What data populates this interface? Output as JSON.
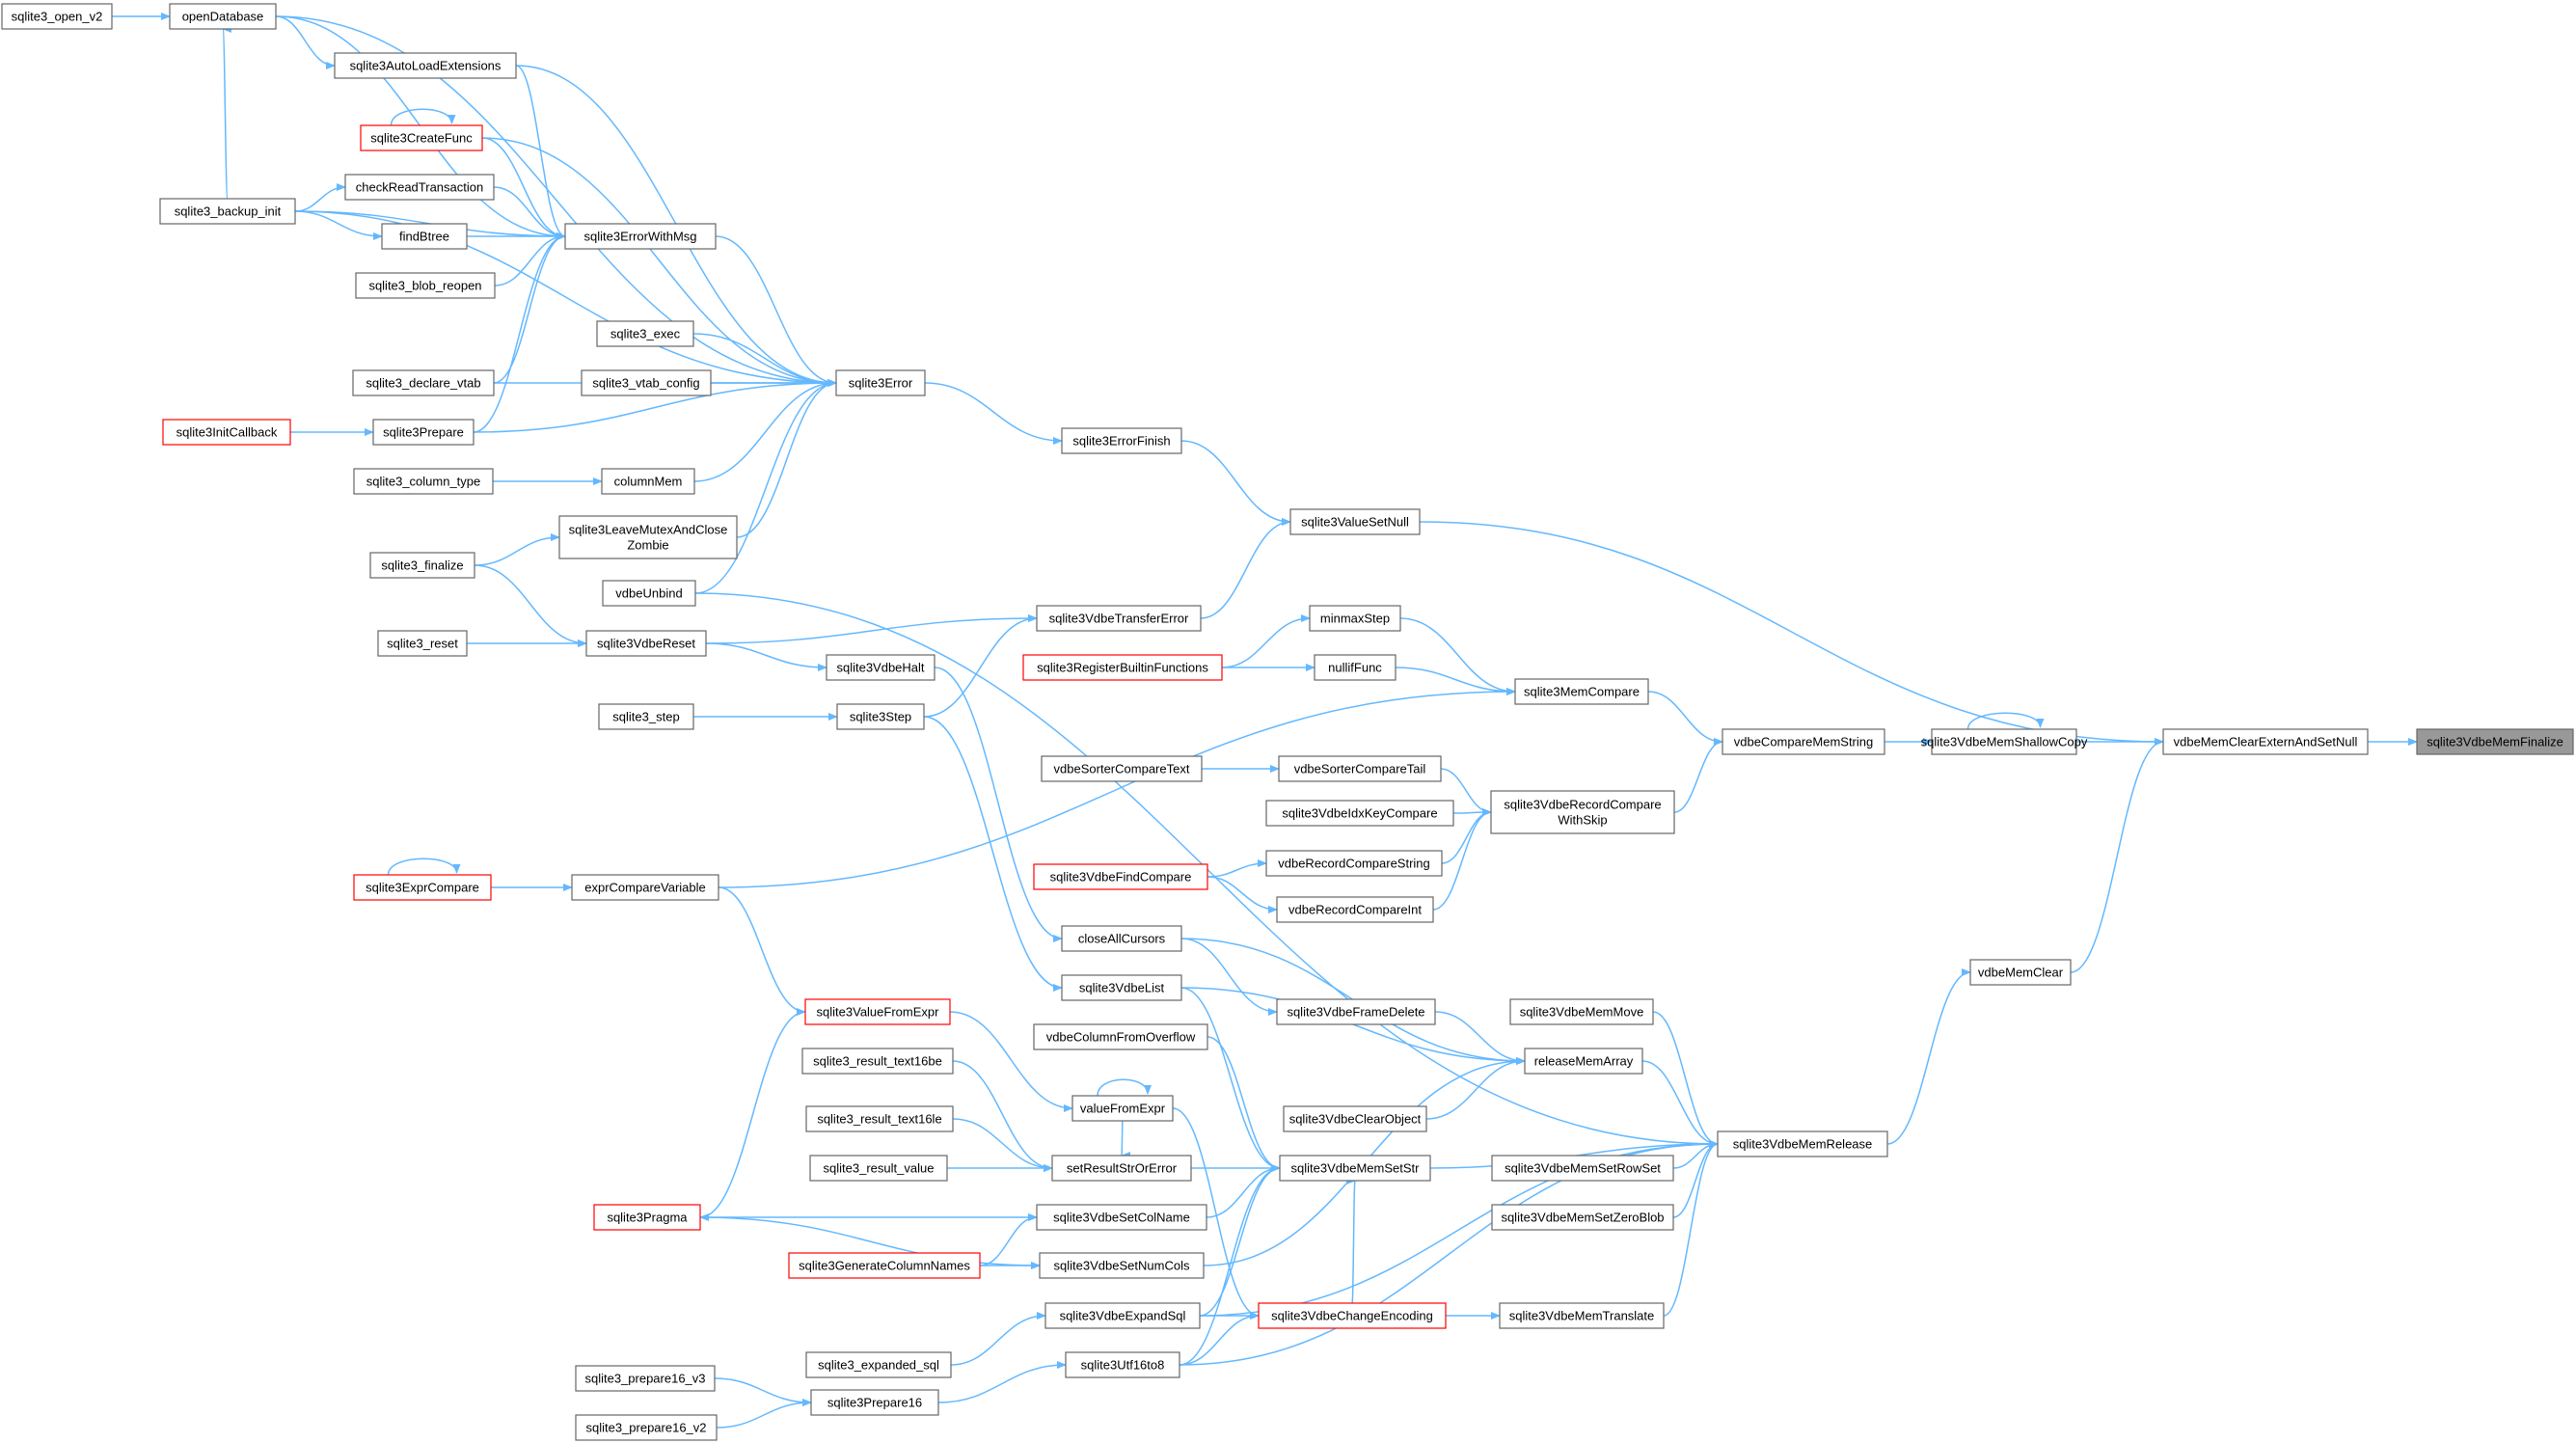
{
  "graph": {
    "focus_node": "sqlite3VdbeMemFinalize",
    "colors": {
      "edge": "#63b8ff",
      "node_border": "#666666",
      "node_border_highlight": "#ff0000",
      "focus_fill": "#999999"
    },
    "nodes": [
      {
        "id": "n1",
        "label": [
          "sqlite3_open_v2"
        ]
      },
      {
        "id": "n2",
        "label": [
          "openDatabase"
        ]
      },
      {
        "id": "n3",
        "label": [
          "sqlite3AutoLoadExtensions"
        ]
      },
      {
        "id": "n4",
        "label": [
          "sqlite3CreateFunc"
        ],
        "highlight": true
      },
      {
        "id": "n5",
        "label": [
          "sqlite3_backup_init"
        ]
      },
      {
        "id": "n6",
        "label": [
          "checkReadTransaction"
        ]
      },
      {
        "id": "n7",
        "label": [
          "findBtree"
        ]
      },
      {
        "id": "n8",
        "label": [
          "sqlite3ErrorWithMsg"
        ]
      },
      {
        "id": "n9",
        "label": [
          "sqlite3_blob_reopen"
        ]
      },
      {
        "id": "n10",
        "label": [
          "sqlite3_exec"
        ]
      },
      {
        "id": "n11",
        "label": [
          "sqlite3_declare_vtab"
        ]
      },
      {
        "id": "n12",
        "label": [
          "sqlite3_vtab_config"
        ]
      },
      {
        "id": "n13",
        "label": [
          "sqlite3Error"
        ]
      },
      {
        "id": "n14",
        "label": [
          "sqlite3InitCallback"
        ],
        "highlight": true
      },
      {
        "id": "n15",
        "label": [
          "sqlite3Prepare"
        ]
      },
      {
        "id": "n16",
        "label": [
          "sqlite3ErrorFinish"
        ]
      },
      {
        "id": "n17",
        "label": [
          "sqlite3_column_type"
        ]
      },
      {
        "id": "n18",
        "label": [
          "columnMem"
        ]
      },
      {
        "id": "n19",
        "label": [
          "sqlite3LeaveMutexAndClose",
          "Zombie"
        ]
      },
      {
        "id": "n20",
        "label": [
          "sqlite3ValueSetNull"
        ]
      },
      {
        "id": "n21",
        "label": [
          "sqlite3_finalize"
        ]
      },
      {
        "id": "n22",
        "label": [
          "vdbeUnbind"
        ]
      },
      {
        "id": "n23",
        "label": [
          "sqlite3VdbeTransferError"
        ]
      },
      {
        "id": "n24",
        "label": [
          "minmaxStep"
        ]
      },
      {
        "id": "n25",
        "label": [
          "sqlite3_reset"
        ]
      },
      {
        "id": "n26",
        "label": [
          "sqlite3VdbeReset"
        ]
      },
      {
        "id": "n27",
        "label": [
          "sqlite3VdbeHalt"
        ]
      },
      {
        "id": "n28",
        "label": [
          "sqlite3RegisterBuiltinFunctions"
        ],
        "highlight": true
      },
      {
        "id": "n29",
        "label": [
          "nullifFunc"
        ]
      },
      {
        "id": "n30",
        "label": [
          "sqlite3MemCompare"
        ]
      },
      {
        "id": "n31",
        "label": [
          "sqlite3_step"
        ]
      },
      {
        "id": "n32",
        "label": [
          "sqlite3Step"
        ]
      },
      {
        "id": "n33",
        "label": [
          "vdbeCompareMemString"
        ]
      },
      {
        "id": "n34",
        "label": [
          "sqlite3VdbeMemShallowCopy"
        ]
      },
      {
        "id": "n35",
        "label": [
          "vdbeMemClearExternAndSetNull"
        ]
      },
      {
        "id": "n36",
        "label": [
          "sqlite3VdbeMemFinalize"
        ],
        "focus": true
      },
      {
        "id": "n37",
        "label": [
          "vdbeSorterCompareText"
        ]
      },
      {
        "id": "n38",
        "label": [
          "vdbeSorterCompareTail"
        ]
      },
      {
        "id": "n39",
        "label": [
          "sqlite3VdbeIdxKeyCompare"
        ]
      },
      {
        "id": "n40",
        "label": [
          "sqlite3VdbeRecordCompare",
          "WithSkip"
        ]
      },
      {
        "id": "n41",
        "label": [
          "sqlite3VdbeFindCompare"
        ],
        "highlight": true
      },
      {
        "id": "n42",
        "label": [
          "vdbeRecordCompareString"
        ]
      },
      {
        "id": "n43",
        "label": [
          "sqlite3ExprCompare"
        ],
        "highlight": true
      },
      {
        "id": "n44",
        "label": [
          "exprCompareVariable"
        ]
      },
      {
        "id": "n45",
        "label": [
          "vdbeRecordCompareInt"
        ]
      },
      {
        "id": "n46",
        "label": [
          "closeAllCursors"
        ]
      },
      {
        "id": "n47",
        "label": [
          "vdbeMemClear"
        ]
      },
      {
        "id": "n48",
        "label": [
          "sqlite3VdbeList"
        ]
      },
      {
        "id": "n49",
        "label": [
          "sqlite3ValueFromExpr"
        ],
        "highlight": true
      },
      {
        "id": "n50",
        "label": [
          "sqlite3VdbeFrameDelete"
        ]
      },
      {
        "id": "n51",
        "label": [
          "sqlite3VdbeMemMove"
        ]
      },
      {
        "id": "n52",
        "label": [
          "vdbeColumnFromOverflow"
        ]
      },
      {
        "id": "n53",
        "label": [
          "sqlite3_result_text16be"
        ]
      },
      {
        "id": "n54",
        "label": [
          "releaseMemArray"
        ]
      },
      {
        "id": "n55",
        "label": [
          "valueFromExpr"
        ]
      },
      {
        "id": "n56",
        "label": [
          "sqlite3_result_text16le"
        ]
      },
      {
        "id": "n57",
        "label": [
          "sqlite3VdbeClearObject"
        ]
      },
      {
        "id": "n58",
        "label": [
          "sqlite3VdbeMemRelease"
        ]
      },
      {
        "id": "n59",
        "label": [
          "sqlite3_result_value"
        ]
      },
      {
        "id": "n60",
        "label": [
          "setResultStrOrError"
        ]
      },
      {
        "id": "n61",
        "label": [
          "sqlite3VdbeMemSetStr"
        ]
      },
      {
        "id": "n62",
        "label": [
          "sqlite3VdbeMemSetRowSet"
        ]
      },
      {
        "id": "n63",
        "label": [
          "sqlite3Pragma"
        ],
        "highlight": true
      },
      {
        "id": "n64",
        "label": [
          "sqlite3VdbeSetColName"
        ]
      },
      {
        "id": "n65",
        "label": [
          "sqlite3VdbeMemSetZeroBlob"
        ]
      },
      {
        "id": "n66",
        "label": [
          "sqlite3GenerateColumnNames"
        ],
        "highlight": true
      },
      {
        "id": "n67",
        "label": [
          "sqlite3VdbeSetNumCols"
        ]
      },
      {
        "id": "n68",
        "label": [
          "sqlite3VdbeExpandSql"
        ]
      },
      {
        "id": "n69",
        "label": [
          "sqlite3VdbeChangeEncoding"
        ],
        "highlight": true
      },
      {
        "id": "n70",
        "label": [
          "sqlite3VdbeMemTranslate"
        ]
      },
      {
        "id": "n71",
        "label": [
          "sqlite3_expanded_sql"
        ]
      },
      {
        "id": "n72",
        "label": [
          "sqlite3Utf16to8"
        ]
      },
      {
        "id": "n73",
        "label": [
          "sqlite3_prepare16_v3"
        ]
      },
      {
        "id": "n74",
        "label": [
          "sqlite3Prepare16"
        ]
      },
      {
        "id": "n75",
        "label": [
          "sqlite3_prepare16_v2"
        ]
      }
    ]
  }
}
